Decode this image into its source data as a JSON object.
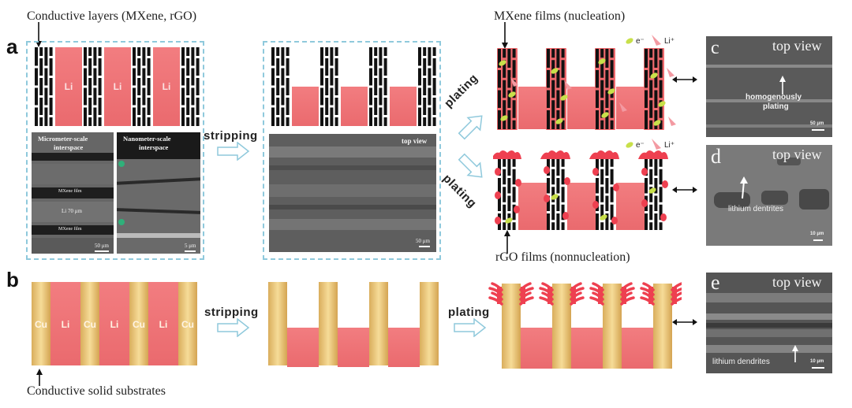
{
  "panels": {
    "a": {
      "letter": "a",
      "top_annotation": "Conductive layers (MXene, rGO)",
      "li_labels": [
        "Li",
        "Li",
        "Li"
      ],
      "sem_left": {
        "title_line1": "Micrometer-scale",
        "title_line2": "interspace",
        "film_label_1": "MXene film",
        "film_label_2": "MXene film",
        "li_label": "Li 70 μm",
        "scale": "50 μm"
      },
      "sem_right": {
        "title_line1": "Nanometer-scale",
        "title_line2": "interspace",
        "scale": "5 μm"
      },
      "step1": "stripping",
      "sem_mid": {
        "caption": "top view",
        "scale": "50 μm"
      },
      "step_up": "plating",
      "step_down": "plating",
      "mxene_label": "MXene films (nucleation)",
      "rgo_label": "rGO films (nonnucleation)",
      "legend": {
        "electron": "e⁻",
        "li_ion": "Li⁺"
      }
    },
    "b": {
      "letter": "b",
      "labels": [
        "Cu",
        "Li",
        "Cu",
        "Li",
        "Cu",
        "Li",
        "Cu"
      ],
      "bottom_annotation": "Conductive solid substrates",
      "step1": "stripping",
      "step2": "plating"
    },
    "c": {
      "letter": "c",
      "caption": "top view",
      "annotation_line1": "homogenously",
      "annotation_line2": "plating",
      "scale": "50 μm"
    },
    "d": {
      "letter": "d",
      "caption": "top view",
      "annotation": "lithium dentrites",
      "scale": "10 μm"
    },
    "e": {
      "letter": "e",
      "caption": "top view",
      "annotation": "lithium dendrites",
      "scale": "10 μm"
    }
  },
  "colors": {
    "li": "#f0787a",
    "li_dark": "#e95c60",
    "copper": "#e6c274",
    "layer": "#111111",
    "dash": "#8fc9dc",
    "arrow_outline": "#8fc9dc",
    "electron": "#c8e04a",
    "dendrite": "#ee4050"
  }
}
